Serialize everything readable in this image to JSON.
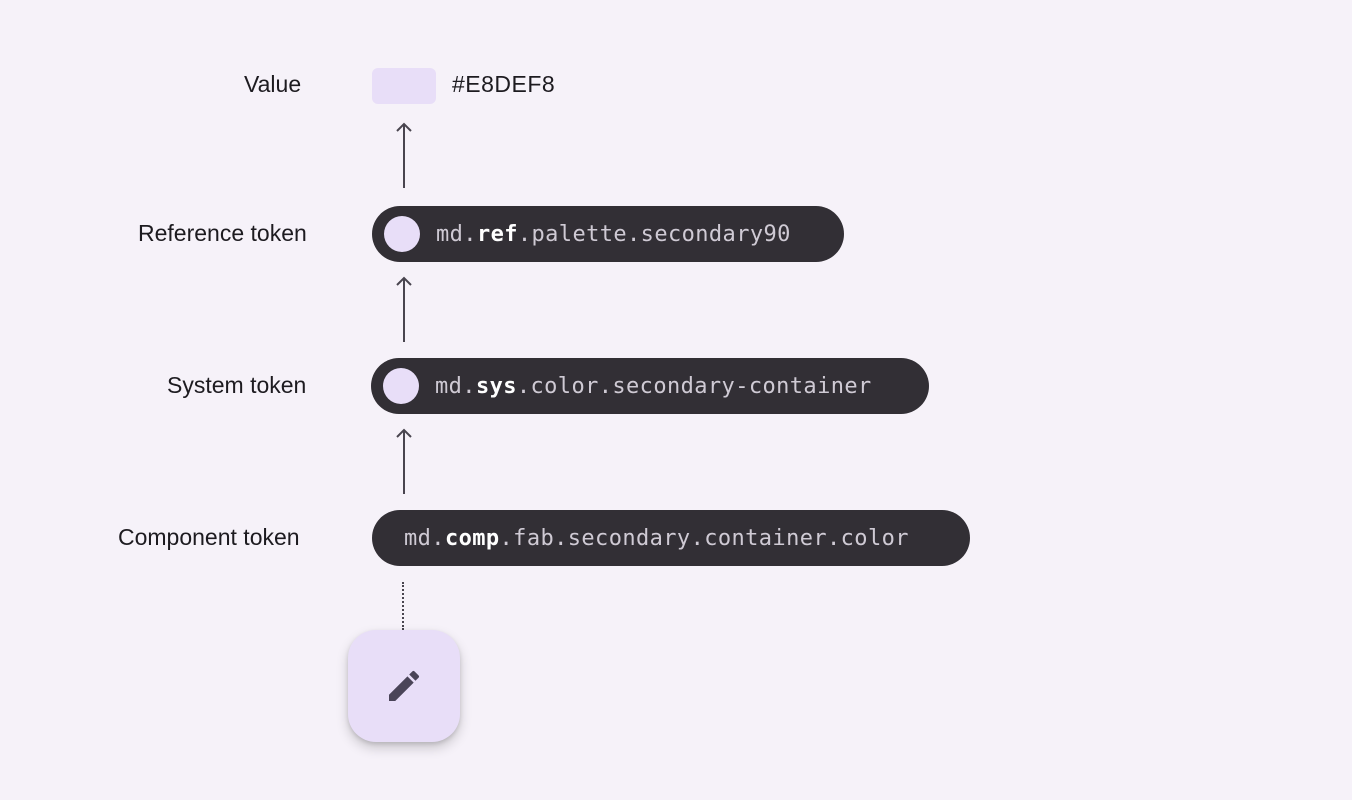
{
  "rows": {
    "value": {
      "label": "Value",
      "hex": "#E8DEF8"
    },
    "reference": {
      "label": "Reference token",
      "prefix": "md.",
      "strong": "ref",
      "suffix": ".palette.secondary90"
    },
    "system": {
      "label": "System token",
      "prefix": "md.",
      "strong": "sys",
      "suffix": ".color.secondary-container"
    },
    "component": {
      "label": "Component token",
      "prefix": "md.",
      "strong": "comp",
      "suffix": ".fab.secondary.container.color"
    }
  },
  "colors": {
    "background": "#F6F2F9",
    "pill": "#322F35",
    "secondary_container": "#E8DEF8",
    "icon": "#4A4458"
  },
  "fab": {
    "icon": "pencil-icon"
  }
}
